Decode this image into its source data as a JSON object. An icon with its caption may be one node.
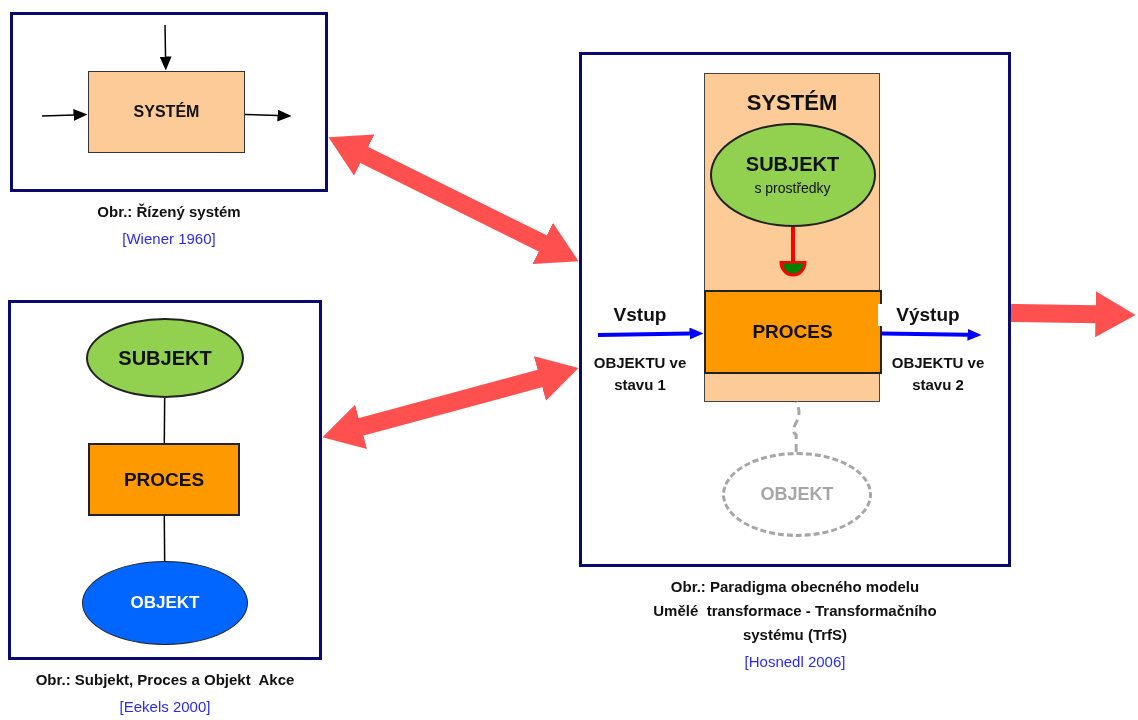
{
  "diagram": {
    "nodes": [
      {
        "text": [],
        "shape": "box",
        "beside": [
          "Obr.: Řízený systém",
          "[Wiener 1960]"
        ]
      },
      {
        "text": [
          "SYSTÉM"
        ],
        "in": 0
      },
      {
        "text": [],
        "shape": "box",
        "beside": [
          "Obr.: Subjekt, Proces a Objekt  Akce",
          "[Eekels 2000]"
        ]
      },
      {
        "text": [
          "SUBJEKT"
        ],
        "in": 2
      },
      {
        "text": [
          "PROCES"
        ],
        "in": 2
      },
      {
        "text": [
          "OBJEKT"
        ],
        "in": 2
      },
      {
        "text": [],
        "shape": "box",
        "beside": [
          "Obr.: Paradigma obecného modelu Umělé  transformace - Transformačního systému (TrfS)",
          "[Hosnedl 2006]"
        ]
      },
      {
        "text": [
          "SYSTÉM"
        ],
        "in": 6
      },
      {
        "text": [
          "SUBJEKT",
          "s prostředky"
        ],
        "in": 7
      },
      {
        "text": [
          "PROCES"
        ],
        "in": 7
      },
      {
        "text": [
          "OBJEKT"
        ],
        "in": 6
      }
    ],
    "edges": [
      {
        "from": null,
        "to": 1,
        "arrow": "to"
      },
      {
        "from": null,
        "to": 1,
        "arrow": "to"
      },
      {
        "from": 1,
        "to": null,
        "arrow": "to"
      },
      {
        "from": 3,
        "to": 4,
        "arrow": "none"
      },
      {
        "from": 4,
        "to": 5,
        "arrow": "none"
      },
      {
        "from": 0,
        "to": 6,
        "arrow": "both",
        "style": "thick",
        "color": "#ff5050"
      },
      {
        "from": 2,
        "to": 6,
        "arrow": "both",
        "style": "thick",
        "color": "#ff5050"
      },
      {
        "from": null,
        "to": 9,
        "arrow": "to",
        "label": "Vstup",
        "color": "#0000ff"
      },
      {
        "from": 9,
        "to": null,
        "arrow": "to",
        "label": "Výstup",
        "color": "#0000ff"
      },
      {
        "from": 8,
        "to": 9,
        "arrow": "other",
        "color": "#ff0000"
      },
      {
        "from": 10,
        "to": 7,
        "arrow": "none",
        "style": "dashed",
        "color": "#a6a6a6"
      },
      {
        "from": 6,
        "to": null,
        "arrow": "to",
        "style": "thick",
        "color": "#ff5050"
      }
    ],
    "labels": [
      "OBJEKTU ve stavu 1",
      "OBJEKTU ve stavu 2"
    ]
  }
}
